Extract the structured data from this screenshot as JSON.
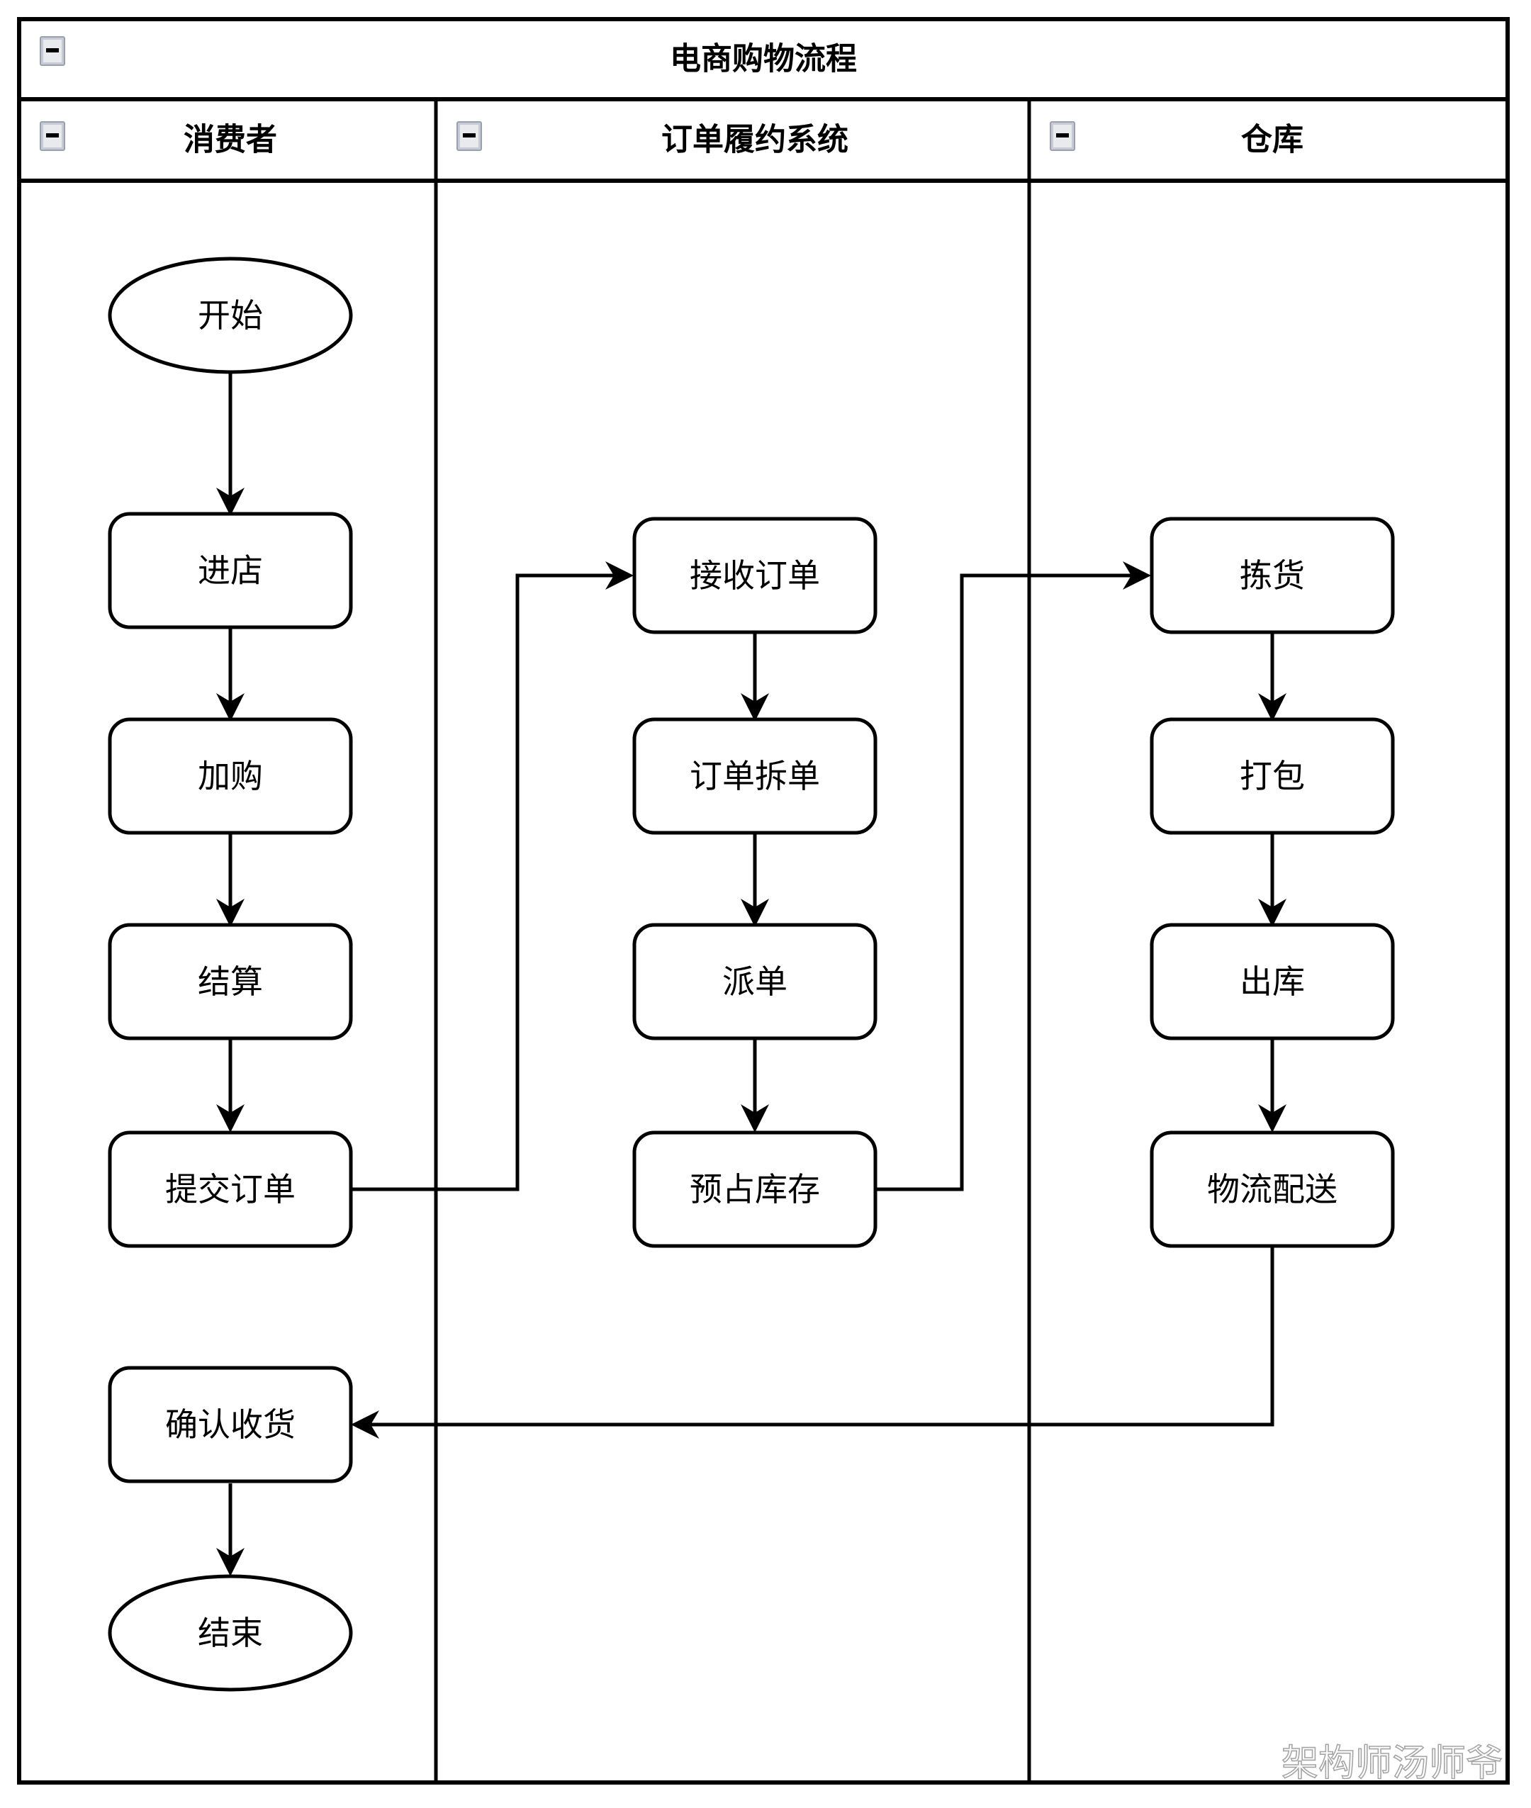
{
  "pool": {
    "title": "电商购物流程",
    "collapse_icon": "minus-box-icon"
  },
  "lanes": [
    {
      "id": "consumer",
      "title": "消费者",
      "collapse_icon": "minus-box-icon"
    },
    {
      "id": "fulfillment",
      "title": "订单履约系统",
      "collapse_icon": "minus-box-icon"
    },
    {
      "id": "warehouse",
      "title": "仓库",
      "collapse_icon": "minus-box-icon"
    }
  ],
  "nodes": {
    "start": "开始",
    "enter_store": "进店",
    "add_to_cart": "加购",
    "checkout": "结算",
    "submit_order": "提交订单",
    "confirm_receipt": "确认收货",
    "end": "结束",
    "receive_order": "接收订单",
    "split_order": "订单拆单",
    "dispatch_order": "派单",
    "reserve_stock": "预占库存",
    "pick_goods": "拣货",
    "pack_goods": "打包",
    "outbound": "出库",
    "logistics_delivery": "物流配送"
  },
  "watermark": {
    "text": "架构师汤师爷"
  },
  "colors": {
    "stroke": "#000000",
    "fill": "#ffffff",
    "collapse_box": "#c6cbd6",
    "watermark": "#9e9e9e"
  }
}
